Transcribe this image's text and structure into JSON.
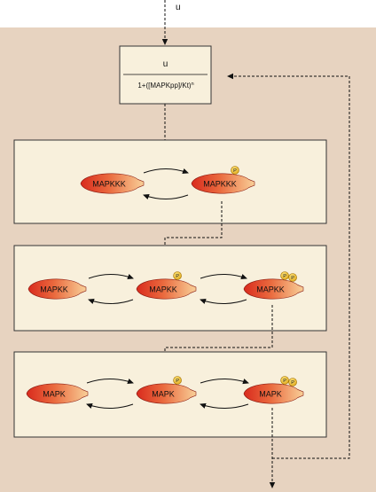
{
  "input": {
    "label": "u"
  },
  "feedback_box": {
    "numerator": "u",
    "denominator": "1+([MAPKpp]/Kt)",
    "exponent": "n"
  },
  "modules": [
    {
      "species": [
        "MAPKKK",
        "MAPKKK"
      ],
      "phospho_counts": [
        0,
        1
      ]
    },
    {
      "species": [
        "MAPKK",
        "MAPKK",
        "MAPKK"
      ],
      "phospho_counts": [
        0,
        1,
        2
      ]
    },
    {
      "species": [
        "MAPK",
        "MAPK",
        "MAPK"
      ],
      "phospho_counts": [
        0,
        1,
        2
      ]
    }
  ],
  "phospho_label": "P",
  "colors": {
    "outer_bg": "#e7d3c0",
    "panel_fill": "#f8f0dc",
    "panel_border": "#333333",
    "species_dark": "#d92b1e",
    "species_light": "#f6c48b",
    "phospho_fill": "#f2c12e"
  }
}
